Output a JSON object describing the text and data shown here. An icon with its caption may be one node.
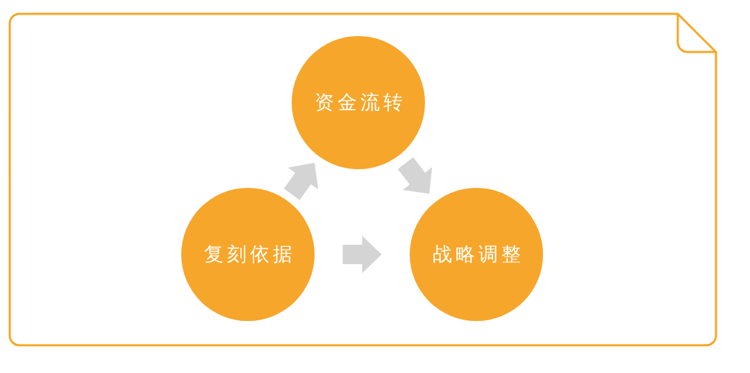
{
  "diagram": {
    "nodes": [
      {
        "text": [
          "资金流转"
        ]
      },
      {
        "text": [
          "复刻依据"
        ]
      },
      {
        "text": [
          "战略调整"
        ]
      }
    ],
    "edges": [
      {
        "from": 1,
        "to": 0,
        "arrow": "to"
      },
      {
        "from": 0,
        "to": 2,
        "arrow": "to"
      },
      {
        "from": 1,
        "to": 2,
        "arrow": "to"
      }
    ]
  }
}
